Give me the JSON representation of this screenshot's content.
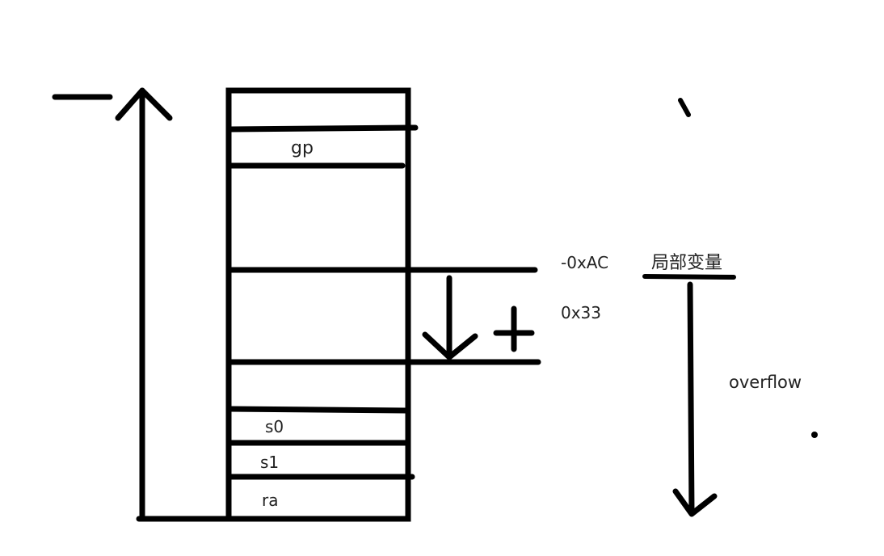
{
  "stack_slots": {
    "gp": "gp",
    "s0": "s0",
    "s1": "s1",
    "ra": "ra"
  },
  "annotations": {
    "neg_offset": "-0xAC",
    "local_vars": "局部变量",
    "pos_offset": "0x33",
    "overflow": "overflow"
  },
  "colors": {
    "ink": "#000000",
    "text": "#222222",
    "background": "#ffffff"
  }
}
